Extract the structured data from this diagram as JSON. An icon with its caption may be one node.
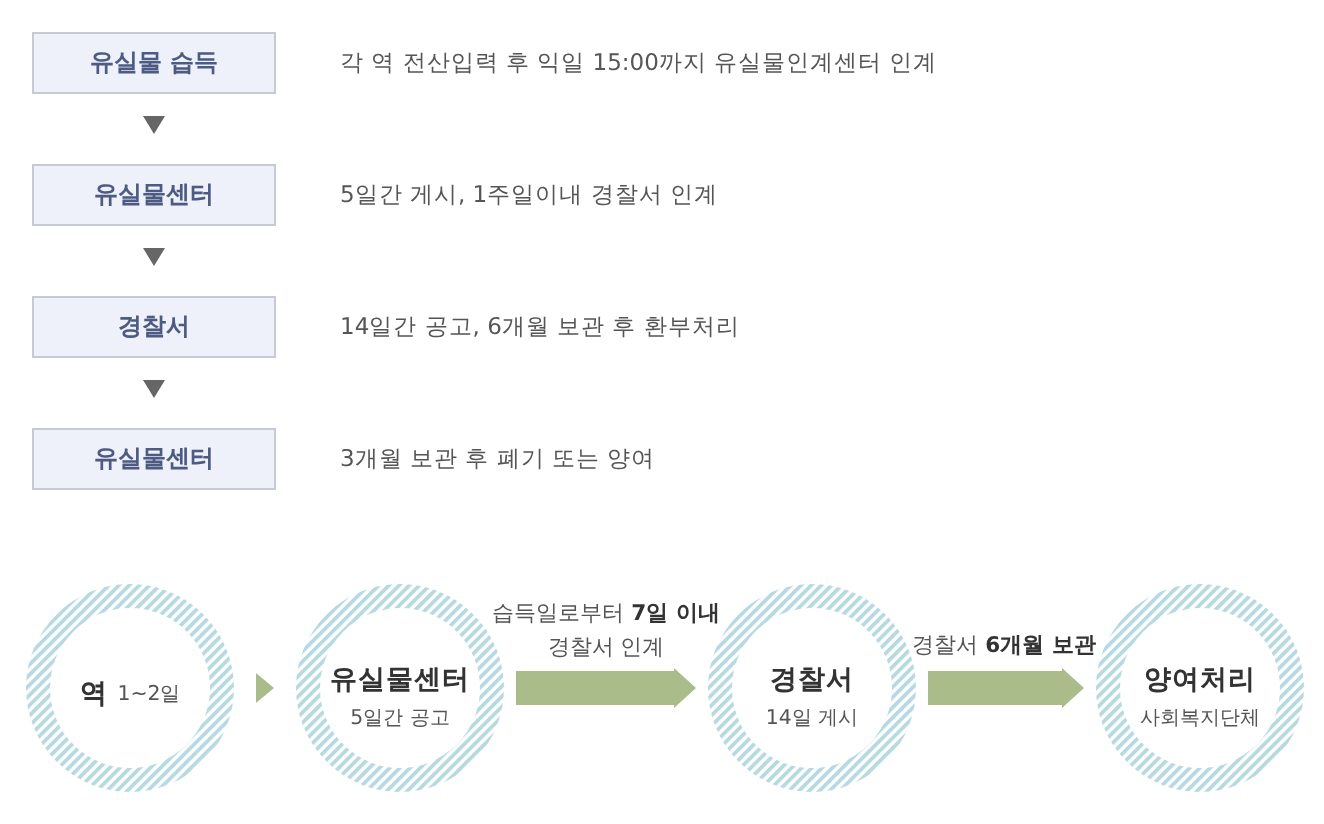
{
  "diagram": {
    "nodes": [
      {
        "text": [
          "유실물 습득"
        ],
        "beside": [
          "각 역 전산입력 후 익일 15:00까지 유실물인계센터 인계"
        ]
      },
      {
        "text": [
          "유실물센터"
        ],
        "beside": [
          "5일간 게시, 1주일이내 경찰서 인계"
        ]
      },
      {
        "text": [
          "경찰서"
        ],
        "beside": [
          "14일간 공고, 6개월 보관 후 환부처리"
        ]
      },
      {
        "text": [
          "유실물센터"
        ],
        "beside": [
          "3개월 보관 후 폐기 또는 양여"
        ]
      },
      {
        "text": [
          "역",
          "1~2일"
        ]
      },
      {
        "text": [
          "유실물센터",
          "5일간 공고"
        ]
      },
      {
        "text": [
          "경찰서",
          "14일 게시"
        ]
      },
      {
        "text": [
          "양여처리",
          "사회복지단체"
        ]
      }
    ],
    "edges": [
      {
        "from": 0,
        "to": 1,
        "arrow": "to"
      },
      {
        "from": 1,
        "to": 2,
        "arrow": "to"
      },
      {
        "from": 2,
        "to": 3,
        "arrow": "to"
      },
      {
        "from": 4,
        "to": 5,
        "arrow": "to",
        "color": "#a9bc8a"
      },
      {
        "from": 5,
        "to": 6,
        "arrow": "to",
        "label": "습득일로부터 **7일 이내** 경찰서 인계",
        "style": "thick",
        "color": "#a9bc8a"
      },
      {
        "from": 6,
        "to": 7,
        "arrow": "to",
        "label": "경찰서 **6개월 보관**",
        "style": "thick",
        "color": "#a9bc8a"
      }
    ]
  }
}
